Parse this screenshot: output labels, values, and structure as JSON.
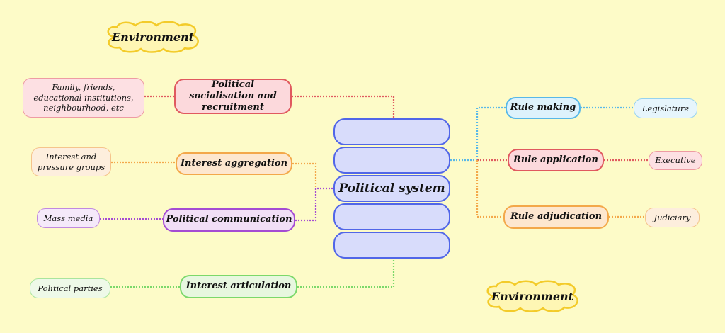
{
  "environment_labels": [
    "Environment",
    "Environment"
  ],
  "center": {
    "label": "Political system"
  },
  "left_branches": [
    {
      "label": "Political socialisation and recruitment",
      "leaf": "Family, friends, educational institutions, neighbourhood, etc",
      "color": "#e0595f"
    },
    {
      "label": "Interest aggregation",
      "leaf": "Interest and pressure groups",
      "color": "#f3a84a"
    },
    {
      "label": "Political communication",
      "leaf": "Mass media",
      "color": "#a44bd3"
    },
    {
      "label": "Interest articulation",
      "leaf": "Political parties",
      "color": "#7bd86a"
    }
  ],
  "right_branches": [
    {
      "label": "Rule making",
      "leaf": "Legislature",
      "color": "#58b8e8"
    },
    {
      "label": "Rule application",
      "leaf": "Executive",
      "color": "#e0595f"
    },
    {
      "label": "Rule adjudication",
      "leaf": "Judiciary",
      "color": "#f3a84a"
    }
  ]
}
